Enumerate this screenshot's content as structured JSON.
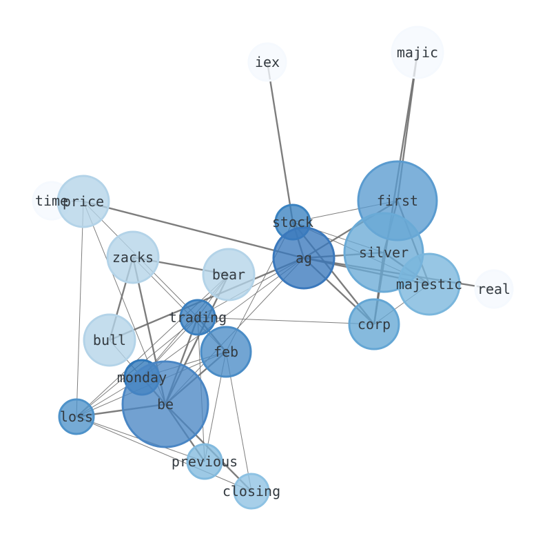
{
  "nodes": [
    {
      "id": "iex",
      "label": "iex",
      "color": "#f5f9fe"
    },
    {
      "id": "majic",
      "label": "majic",
      "color": "#f5f9fe"
    },
    {
      "id": "time",
      "label": "time",
      "color": "#f5f9fe"
    },
    {
      "id": "real",
      "label": "real",
      "color": "#f5f9fe"
    },
    {
      "id": "price",
      "label": "price",
      "color": "#b3d3e8"
    },
    {
      "id": "zacks",
      "label": "zacks",
      "color": "#b3d3e8"
    },
    {
      "id": "bear",
      "label": "bear",
      "color": "#b3d3e8"
    },
    {
      "id": "bull",
      "label": "bull",
      "color": "#b3d3e8"
    },
    {
      "id": "stock",
      "label": "stock",
      "color": "#3a82c0"
    },
    {
      "id": "ag",
      "label": "ag",
      "color": "#3a78bc"
    },
    {
      "id": "first",
      "label": "first",
      "color": "#5a9bcf"
    },
    {
      "id": "silver",
      "label": "silver",
      "color": "#6aaad6"
    },
    {
      "id": "majestic",
      "label": "majestic",
      "color": "#7ab6dc"
    },
    {
      "id": "corp",
      "label": "corp",
      "color": "#64a6d4"
    },
    {
      "id": "trading",
      "label": "trading",
      "color": "#3a7fbf"
    },
    {
      "id": "feb",
      "label": "feb",
      "color": "#4a8cc6"
    },
    {
      "id": "monday",
      "label": "monday",
      "color": "#2e77ba"
    },
    {
      "id": "be",
      "label": "be",
      "color": "#4a86c4"
    },
    {
      "id": "loss",
      "label": "loss",
      "color": "#4e92c9"
    },
    {
      "id": "previous",
      "label": "previous",
      "color": "#82bade"
    },
    {
      "id": "closing",
      "label": "closing",
      "color": "#8ec2e3"
    }
  ],
  "edges": [
    {
      "source": "iex",
      "target": "stock",
      "weight": 2.5
    },
    {
      "source": "majic",
      "target": "first",
      "weight": 2.5
    },
    {
      "source": "majic",
      "target": "corp",
      "weight": 2.5
    },
    {
      "source": "time",
      "target": "price",
      "weight": 1
    },
    {
      "source": "price",
      "target": "ag",
      "weight": 2.5
    },
    {
      "source": "price",
      "target": "loss",
      "weight": 1
    },
    {
      "source": "price",
      "target": "trading",
      "weight": 1
    },
    {
      "source": "price",
      "target": "be",
      "weight": 1
    },
    {
      "source": "zacks",
      "target": "bear",
      "weight": 2.5
    },
    {
      "source": "zacks",
      "target": "bull",
      "weight": 2.5
    },
    {
      "source": "zacks",
      "target": "be",
      "weight": 2.5
    },
    {
      "source": "zacks",
      "target": "feb",
      "weight": 1
    },
    {
      "source": "bear",
      "target": "trading",
      "weight": 1
    },
    {
      "source": "bear",
      "target": "be",
      "weight": 2.5
    },
    {
      "source": "bear",
      "target": "monday",
      "weight": 1
    },
    {
      "source": "bear",
      "target": "loss",
      "weight": 1
    },
    {
      "source": "bull",
      "target": "ag",
      "weight": 2.5
    },
    {
      "source": "bull",
      "target": "monday",
      "weight": 1
    },
    {
      "source": "stock",
      "target": "ag",
      "weight": 2.5
    },
    {
      "source": "stock",
      "target": "first",
      "weight": 1
    },
    {
      "source": "stock",
      "target": "majestic",
      "weight": 1
    },
    {
      "source": "stock",
      "target": "corp",
      "weight": 2.5
    },
    {
      "source": "stock",
      "target": "feb",
      "weight": 1
    },
    {
      "source": "stock",
      "target": "silver",
      "weight": 1
    },
    {
      "source": "ag",
      "target": "first",
      "weight": 2.5
    },
    {
      "source": "ag",
      "target": "silver",
      "weight": 3
    },
    {
      "source": "ag",
      "target": "majestic",
      "weight": 2.5
    },
    {
      "source": "ag",
      "target": "real",
      "weight": 2.5
    },
    {
      "source": "ag",
      "target": "corp",
      "weight": 2.5
    },
    {
      "source": "ag",
      "target": "trading",
      "weight": 1
    },
    {
      "source": "ag",
      "target": "monday",
      "weight": 1
    },
    {
      "source": "ag",
      "target": "be",
      "weight": 1
    },
    {
      "source": "first",
      "target": "silver",
      "weight": 2.5
    },
    {
      "source": "first",
      "target": "majestic",
      "weight": 2.5
    },
    {
      "source": "silver",
      "target": "majestic",
      "weight": 2.5
    },
    {
      "source": "silver",
      "target": "corp",
      "weight": 2.5
    },
    {
      "source": "majestic",
      "target": "corp",
      "weight": 1
    },
    {
      "source": "trading",
      "target": "corp",
      "weight": 1
    },
    {
      "source": "trading",
      "target": "feb",
      "weight": 2.5
    },
    {
      "source": "trading",
      "target": "be",
      "weight": 2.5
    },
    {
      "source": "trading",
      "target": "monday",
      "weight": 1
    },
    {
      "source": "trading",
      "target": "loss",
      "weight": 1
    },
    {
      "source": "trading",
      "target": "previous",
      "weight": 1
    },
    {
      "source": "feb",
      "target": "be",
      "weight": 2.5
    },
    {
      "source": "feb",
      "target": "monday",
      "weight": 1
    },
    {
      "source": "feb",
      "target": "previous",
      "weight": 1
    },
    {
      "source": "feb",
      "target": "closing",
      "weight": 1
    },
    {
      "source": "feb",
      "target": "loss",
      "weight": 1
    },
    {
      "source": "monday",
      "target": "be",
      "weight": 2.5
    },
    {
      "source": "monday",
      "target": "loss",
      "weight": 1
    },
    {
      "source": "be",
      "target": "loss",
      "weight": 2.5
    },
    {
      "source": "be",
      "target": "previous",
      "weight": 2.5
    },
    {
      "source": "be",
      "target": "closing",
      "weight": 2.5
    },
    {
      "source": "loss",
      "target": "previous",
      "weight": 1
    },
    {
      "source": "loss",
      "target": "closing",
      "weight": 1
    }
  ]
}
